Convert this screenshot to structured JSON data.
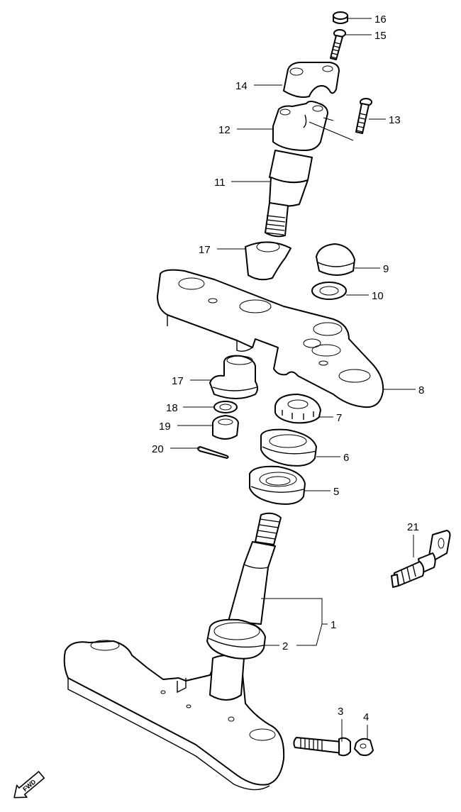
{
  "diagram": {
    "callouts": [
      {
        "id": "p1",
        "label": "1"
      },
      {
        "id": "p2",
        "label": "2"
      },
      {
        "id": "p3",
        "label": "3"
      },
      {
        "id": "p4",
        "label": "4"
      },
      {
        "id": "p5",
        "label": "5"
      },
      {
        "id": "p6",
        "label": "6"
      },
      {
        "id": "p7",
        "label": "7"
      },
      {
        "id": "p8",
        "label": "8"
      },
      {
        "id": "p9",
        "label": "9"
      },
      {
        "id": "p10",
        "label": "10"
      },
      {
        "id": "p11",
        "label": "11"
      },
      {
        "id": "p12",
        "label": "12"
      },
      {
        "id": "p13",
        "label": "13"
      },
      {
        "id": "p14",
        "label": "14"
      },
      {
        "id": "p15",
        "label": "15"
      },
      {
        "id": "p16",
        "label": "16"
      },
      {
        "id": "p17a",
        "label": "17"
      },
      {
        "id": "p17b",
        "label": "17"
      },
      {
        "id": "p18",
        "label": "18"
      },
      {
        "id": "p19",
        "label": "19"
      },
      {
        "id": "p20",
        "label": "20"
      },
      {
        "id": "p21",
        "label": "21"
      }
    ],
    "direction_arrow": {
      "label": "FWD",
      "icon": "forward-arrow-icon"
    }
  }
}
